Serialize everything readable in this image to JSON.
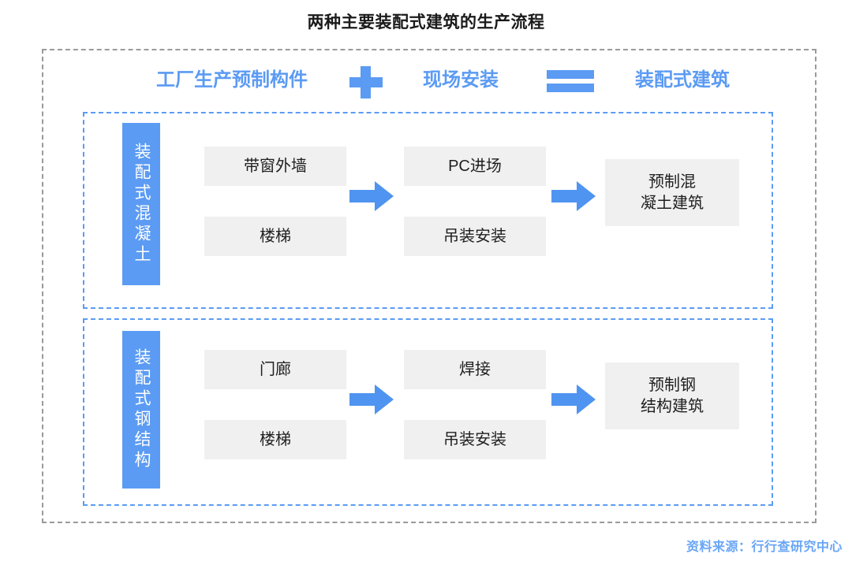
{
  "title": "两种主要装配式建筑的生产流程",
  "equation_header": {
    "factory_term": "工厂生产预制构件",
    "plus_symbol": "+",
    "onsite_term": "现场安装",
    "equals_symbol": "=",
    "result_term": "装配式建筑"
  },
  "rows": [
    {
      "category_label": "装配式混凝土",
      "factory_steps": [
        "带窗外墙",
        "楼梯"
      ],
      "onsite_steps": [
        "PC进场",
        "吊装安装"
      ],
      "result": "预制混\n凝土建筑",
      "result_line1": "预制混",
      "result_line2": "凝土建筑"
    },
    {
      "category_label": "装配式钢结构",
      "factory_steps": [
        "门廊",
        "楼梯"
      ],
      "onsite_steps": [
        "焊接",
        "吊装安装"
      ],
      "result": "预制钢\n结构建筑",
      "result_line1": "预制钢",
      "result_line2": "结构建筑"
    }
  ],
  "source_note": "资料来源：行行查研究中心",
  "colors": {
    "accent_blue": "#5b9bf3",
    "box_grey": "#f0f0f0",
    "outer_dash_grey": "#9a9a9a",
    "title_black": "#1a1a1a",
    "source_blue": "#6aa6f5"
  }
}
